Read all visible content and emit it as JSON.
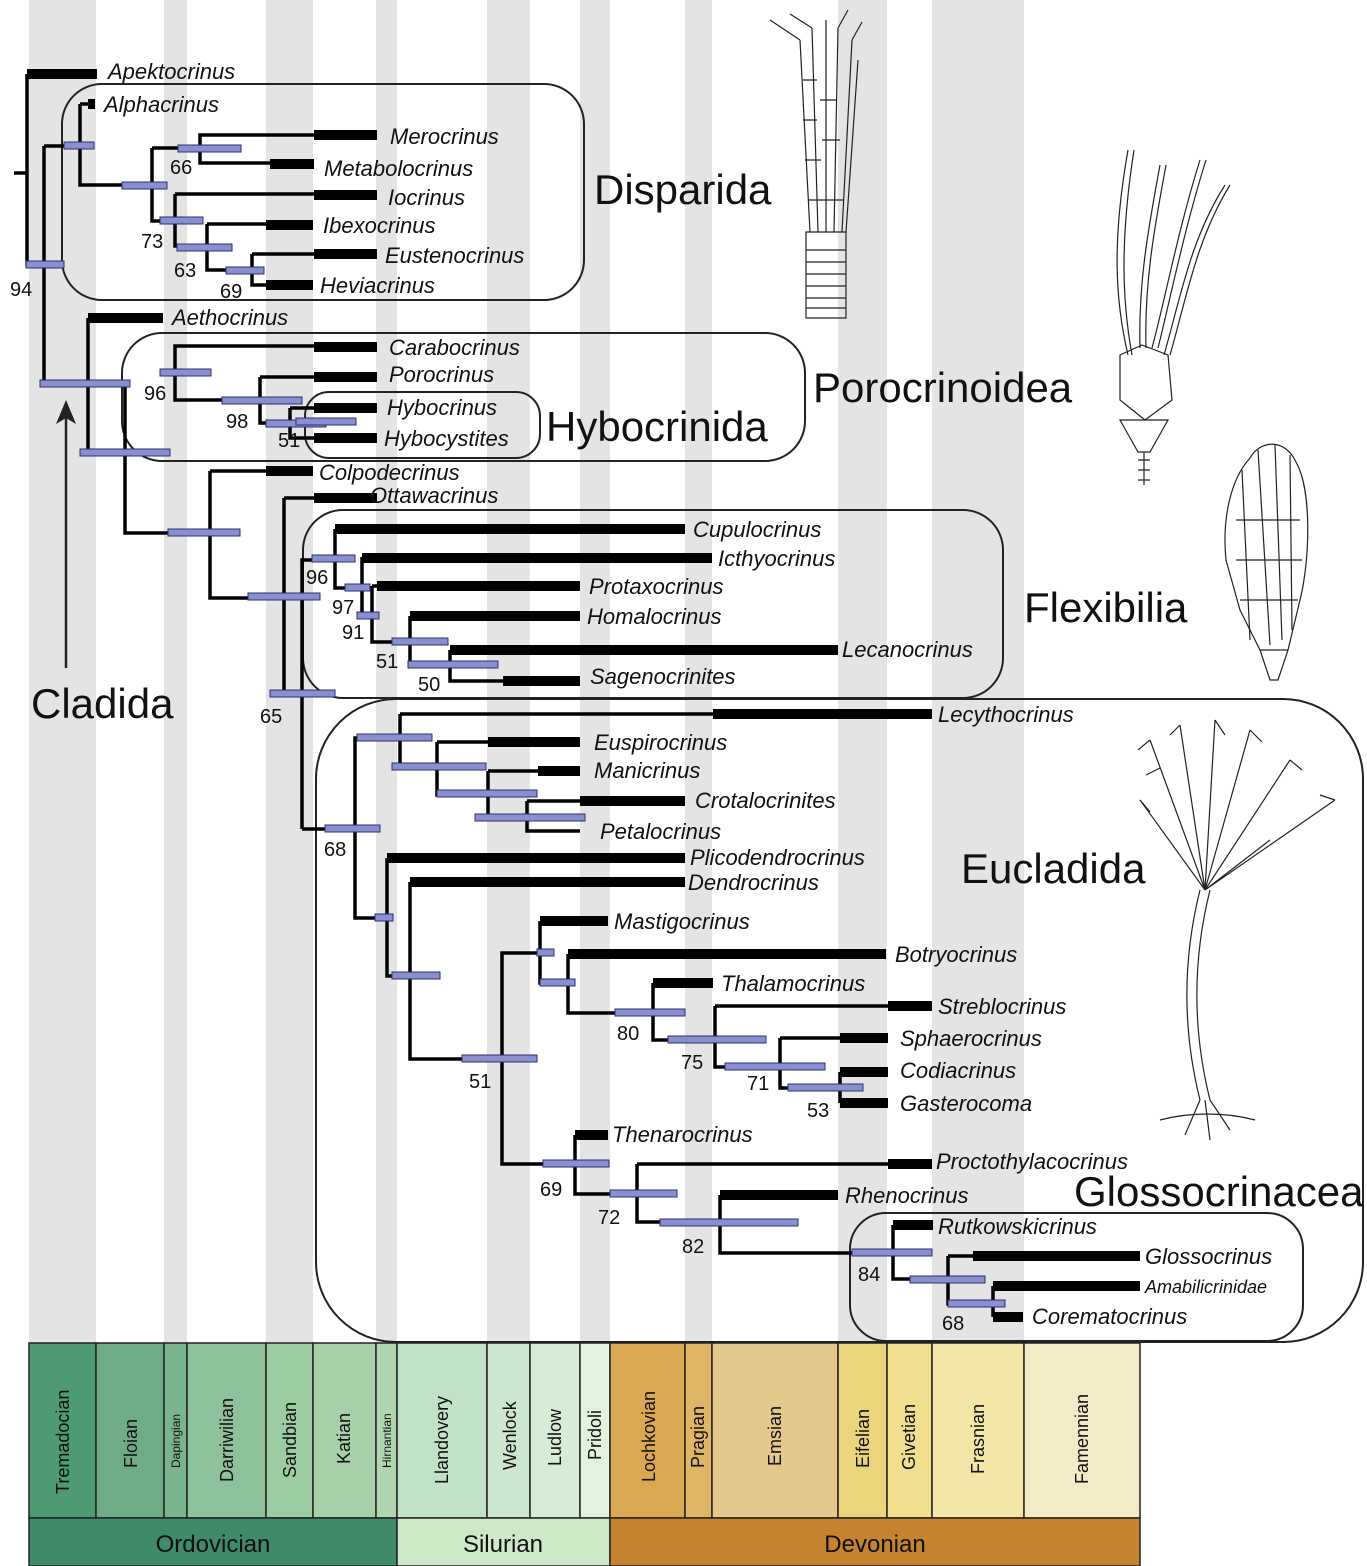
{
  "taxa": {
    "apektocrinus": "Apektocrinus",
    "alphacrinus": "Alphacrinus",
    "merocrinus": "Merocrinus",
    "metabolocrinus": "Metabolocrinus",
    "iocrinus": "Iocrinus",
    "ibexocrinus": "Ibexocrinus",
    "eustenocrinus": "Eustenocrinus",
    "heviacrinus": "Heviacrinus",
    "aethocrinus": "Aethocrinus",
    "carabocrinus": "Carabocrinus",
    "porocrinus": "Porocrinus",
    "hybocrinus": "Hybocrinus",
    "hybocystites": "Hybocystites",
    "colpodecrinus": "Colpodecrinus",
    "ottawacrinus": "Ottawacrinus",
    "cupulocrinus": "Cupulocrinus",
    "icthyocrinus": "Icthyocrinus",
    "protaxocrinus": "Protaxocrinus",
    "homalocrinus": "Homalocrinus",
    "lecanocrinus": "Lecanocrinus",
    "sagenocrinites": "Sagenocrinites",
    "lecythocrinus": "Lecythocrinus",
    "euspirocrinus": "Euspirocrinus",
    "manicrinus": "Manicrinus",
    "crotalocrinites": "Crotalocrinites",
    "petalocrinus": "Petalocrinus",
    "plicodendrocrinus": "Plicodendrocrinus",
    "dendrocrinus": "Dendrocrinus",
    "mastigocrinus": "Mastigocrinus",
    "botryocrinus": "Botryocrinus",
    "thalamocrinus": "Thalamocrinus",
    "streblocrinus": "Streblocrinus",
    "sphaerocrinus": "Sphaerocrinus",
    "codiacrinus": "Codiacrinus",
    "gasterocoma": "Gasterocoma",
    "thenarocrinus": "Thenarocrinus",
    "proctothylacocrinus": "Proctothylacocrinus",
    "rhenocrinus": "Rhenocrinus",
    "rutkowskicrinus": "Rutkowskicrinus",
    "glossocrinus": "Glossocrinus",
    "amabilicrinidae": "Amabilicrinidae",
    "corematocrinus": "Corematocrinus"
  },
  "clades": {
    "disparida": "Disparida",
    "porocrinoidea": "Porocrinoidea",
    "hybocrinida": "Hybocrinida",
    "flexibilia": "Flexibilia",
    "cladida": "Cladida",
    "eucladida": "Eucladida",
    "glossocrinacea": "Glossocrinacea"
  },
  "support_values": {
    "s94": "94",
    "s66": "66",
    "s73": "73",
    "s63": "63",
    "s69a": "69",
    "s96a": "96",
    "s98": "98",
    "s51a": "51",
    "s96b": "96",
    "s97": "97",
    "s91": "91",
    "s51b": "51",
    "s50": "50",
    "s65": "65",
    "s68a": "68",
    "s51c": "51",
    "s80": "80",
    "s75": "75",
    "s71": "71",
    "s53": "53",
    "s69b": "69",
    "s72": "72",
    "s82": "82",
    "s84": "84",
    "s68b": "68"
  },
  "stages": {
    "tremadocian": "Tremadocian",
    "floian": "Floian",
    "dapingian": "Dapingian",
    "darriwilian": "Darriwilian",
    "sandbian": "Sandbian",
    "katian": "Katian",
    "hirnantian": "Hirnantian",
    "llandovery": "Llandovery",
    "wenlock": "Wenlock",
    "ludlow": "Ludlow",
    "pridoli": "Pridoli",
    "lochkovian": "Lochkovian",
    "pragian": "Pragian",
    "emsian": "Emsian",
    "eifelian": "Eifelian",
    "givetian": "Givetian",
    "frasnian": "Frasnian",
    "famennian": "Famennian"
  },
  "periods": {
    "ordovician": "Ordovician",
    "silurian": "Silurian",
    "devonian": "Devonian"
  },
  "colors": {
    "ordovician": "#3f8a68",
    "silurian": "#cde9c8",
    "devonian": "#c5832f",
    "stripe": "#e4e4e4",
    "bar": "#8a8fd0"
  }
}
